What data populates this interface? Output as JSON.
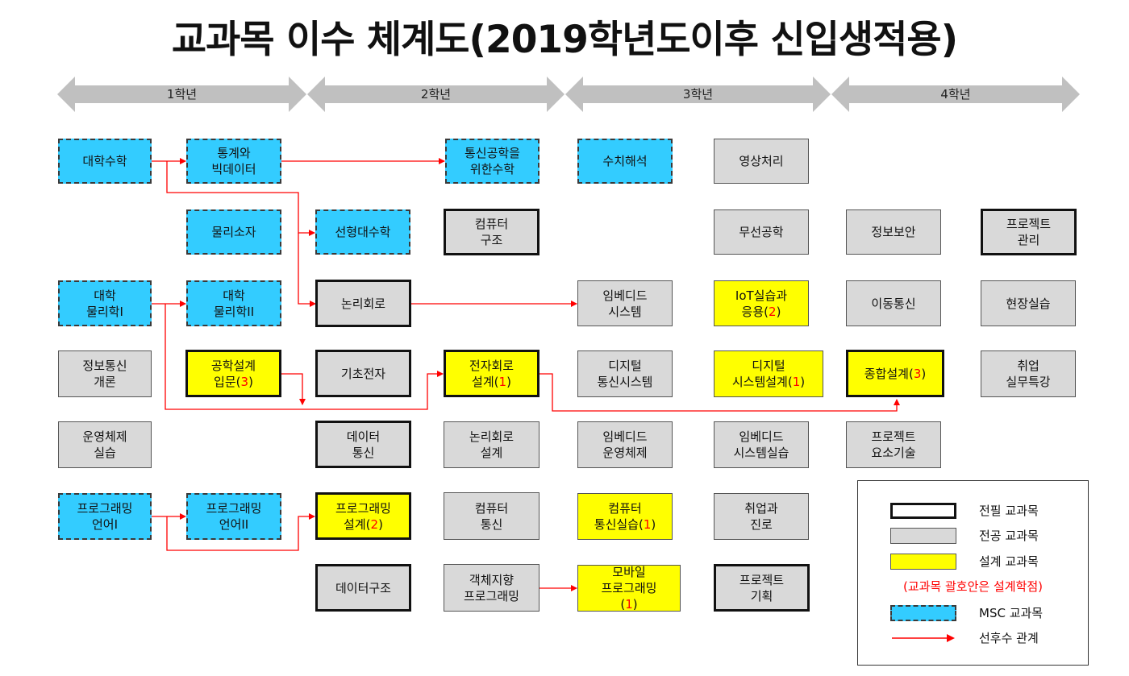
{
  "title": "교과목 이수 체계도(2019학년도이후 신입생적용)",
  "years": [
    "1학년",
    "2학년",
    "3학년",
    "4학년"
  ],
  "colors": {
    "msc": "#33ccff",
    "major": "#d9d9d9",
    "design": "#ffff00",
    "arrow": "#ff0000",
    "year_band": "#c0c0c0"
  },
  "courses": [
    {
      "id": "uni-math",
      "lines": [
        "대학수학"
      ],
      "kind": "msc"
    },
    {
      "id": "stat-bigdata",
      "lines": [
        "통계와",
        "빅데이터"
      ],
      "kind": "msc"
    },
    {
      "id": "comm-math",
      "lines": [
        "통신공학을",
        "위한수학"
      ],
      "kind": "msc"
    },
    {
      "id": "numerical",
      "lines": [
        "수치해석"
      ],
      "kind": "msc"
    },
    {
      "id": "image-proc",
      "lines": [
        "영상처리"
      ],
      "kind": "major"
    },
    {
      "id": "physics-elem",
      "lines": [
        "물리소자"
      ],
      "kind": "msc"
    },
    {
      "id": "linear-alg",
      "lines": [
        "선형대수학"
      ],
      "kind": "msc"
    },
    {
      "id": "comp-arch",
      "lines": [
        "컴퓨터",
        "구조"
      ],
      "kind": "req"
    },
    {
      "id": "wireless",
      "lines": [
        "무선공학"
      ],
      "kind": "major"
    },
    {
      "id": "info-sec",
      "lines": [
        "정보보안"
      ],
      "kind": "major"
    },
    {
      "id": "project-mgmt",
      "lines": [
        "프로젝트",
        "관리"
      ],
      "kind": "req"
    },
    {
      "id": "physics1",
      "lines": [
        "대학",
        "물리학I"
      ],
      "kind": "msc"
    },
    {
      "id": "physics2",
      "lines": [
        "대학",
        "물리학II"
      ],
      "kind": "msc"
    },
    {
      "id": "logic-circuit",
      "lines": [
        "논리회로"
      ],
      "kind": "req"
    },
    {
      "id": "embedded-sys",
      "lines": [
        "임베디드",
        "시스템"
      ],
      "kind": "major"
    },
    {
      "id": "iot-lab",
      "lines": [
        "IoT실습과",
        "응용(2)"
      ],
      "kind": "design"
    },
    {
      "id": "mobile-comm",
      "lines": [
        "이동통신"
      ],
      "kind": "major"
    },
    {
      "id": "field-practice",
      "lines": [
        "현장실습"
      ],
      "kind": "major"
    },
    {
      "id": "info-comm-intro",
      "lines": [
        "정보통신",
        "개론"
      ],
      "kind": "major"
    },
    {
      "id": "eng-design-intro",
      "lines": [
        "공학설계",
        "입문(3)"
      ],
      "kind": "design-req"
    },
    {
      "id": "basic-electronics",
      "lines": [
        "기초전자"
      ],
      "kind": "req"
    },
    {
      "id": "elec-circuit-design",
      "lines": [
        "전자회로",
        "설계(1)"
      ],
      "kind": "design-req"
    },
    {
      "id": "digital-comm",
      "lines": [
        "디지털",
        "통신시스템"
      ],
      "kind": "major"
    },
    {
      "id": "digital-sys-design",
      "lines": [
        "디지털",
        "시스템설계(1)"
      ],
      "kind": "design"
    },
    {
      "id": "capstone",
      "lines": [
        "종합설계(3)"
      ],
      "kind": "design-req"
    },
    {
      "id": "career-special",
      "lines": [
        "취업",
        "실무특강"
      ],
      "kind": "major"
    },
    {
      "id": "os-lab",
      "lines": [
        "운영체제",
        "실습"
      ],
      "kind": "major"
    },
    {
      "id": "data-comm",
      "lines": [
        "데이터",
        "통신"
      ],
      "kind": "req"
    },
    {
      "id": "logic-design",
      "lines": [
        "논리회로",
        "설계"
      ],
      "kind": "major"
    },
    {
      "id": "embedded-os",
      "lines": [
        "임베디드",
        "운영체제"
      ],
      "kind": "major"
    },
    {
      "id": "embedded-lab",
      "lines": [
        "임베디드",
        "시스템실습"
      ],
      "kind": "major"
    },
    {
      "id": "project-tech",
      "lines": [
        "프로젝트",
        "요소기술"
      ],
      "kind": "major"
    },
    {
      "id": "prog-lang1",
      "lines": [
        "프로그래밍",
        "언어I"
      ],
      "kind": "msc"
    },
    {
      "id": "prog-lang2",
      "lines": [
        "프로그래밍",
        "언어II"
      ],
      "kind": "msc"
    },
    {
      "id": "prog-design",
      "lines": [
        "프로그래밍",
        "설계(2)"
      ],
      "kind": "design-req"
    },
    {
      "id": "comp-comm",
      "lines": [
        "컴퓨터",
        "통신"
      ],
      "kind": "major"
    },
    {
      "id": "comp-comm-lab",
      "lines": [
        "컴퓨터",
        "통신실습(1)"
      ],
      "kind": "design"
    },
    {
      "id": "career-path",
      "lines": [
        "취업과",
        "진로"
      ],
      "kind": "major"
    },
    {
      "id": "data-struct",
      "lines": [
        "데이터구조"
      ],
      "kind": "req"
    },
    {
      "id": "oop",
      "lines": [
        "객체지향",
        "프로그래밍"
      ],
      "kind": "major"
    },
    {
      "id": "mobile-prog",
      "lines": [
        "모바일",
        "프로그래밍",
        "(1)"
      ],
      "kind": "design"
    },
    {
      "id": "project-plan",
      "lines": [
        "프로젝트",
        "기획"
      ],
      "kind": "req"
    }
  ],
  "legend": {
    "items": [
      {
        "kind": "req",
        "label": "전필 교과목"
      },
      {
        "kind": "major",
        "label": "전공 교과목"
      },
      {
        "kind": "design",
        "label": "설계 교과목"
      },
      {
        "kind": "msc",
        "label": "MSC 교과목"
      },
      {
        "kind": "arrow",
        "label": "선후수 관계"
      }
    ],
    "note": "(교과목 괄호안은 설계학점)"
  }
}
